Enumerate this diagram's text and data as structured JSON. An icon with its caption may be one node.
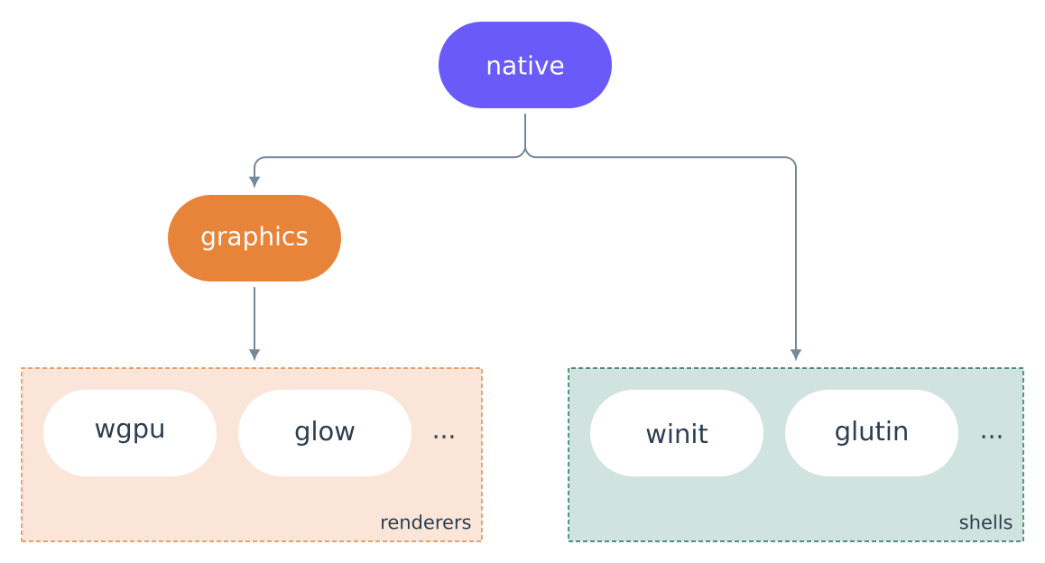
{
  "diagram": {
    "nodes": [
      {
        "text": [
          "native"
        ]
      },
      {
        "text": [
          "graphics"
        ]
      },
      {
        "text": [
          "renderers"
        ]
      },
      {
        "text": [
          "wgpu"
        ],
        "in": 2
      },
      {
        "text": [
          "glow"
        ],
        "in": 2
      },
      {
        "text": [
          "shells"
        ]
      },
      {
        "text": [
          "winit"
        ],
        "in": 5
      },
      {
        "text": [
          "glutin"
        ],
        "in": 5
      }
    ],
    "edges": [
      {
        "from": 0,
        "to": 1,
        "arrow": "to"
      },
      {
        "from": 0,
        "to": 5,
        "arrow": "to"
      },
      {
        "from": 1,
        "to": 2,
        "arrow": "to"
      }
    ],
    "labels": [
      "...",
      "..."
    ]
  }
}
